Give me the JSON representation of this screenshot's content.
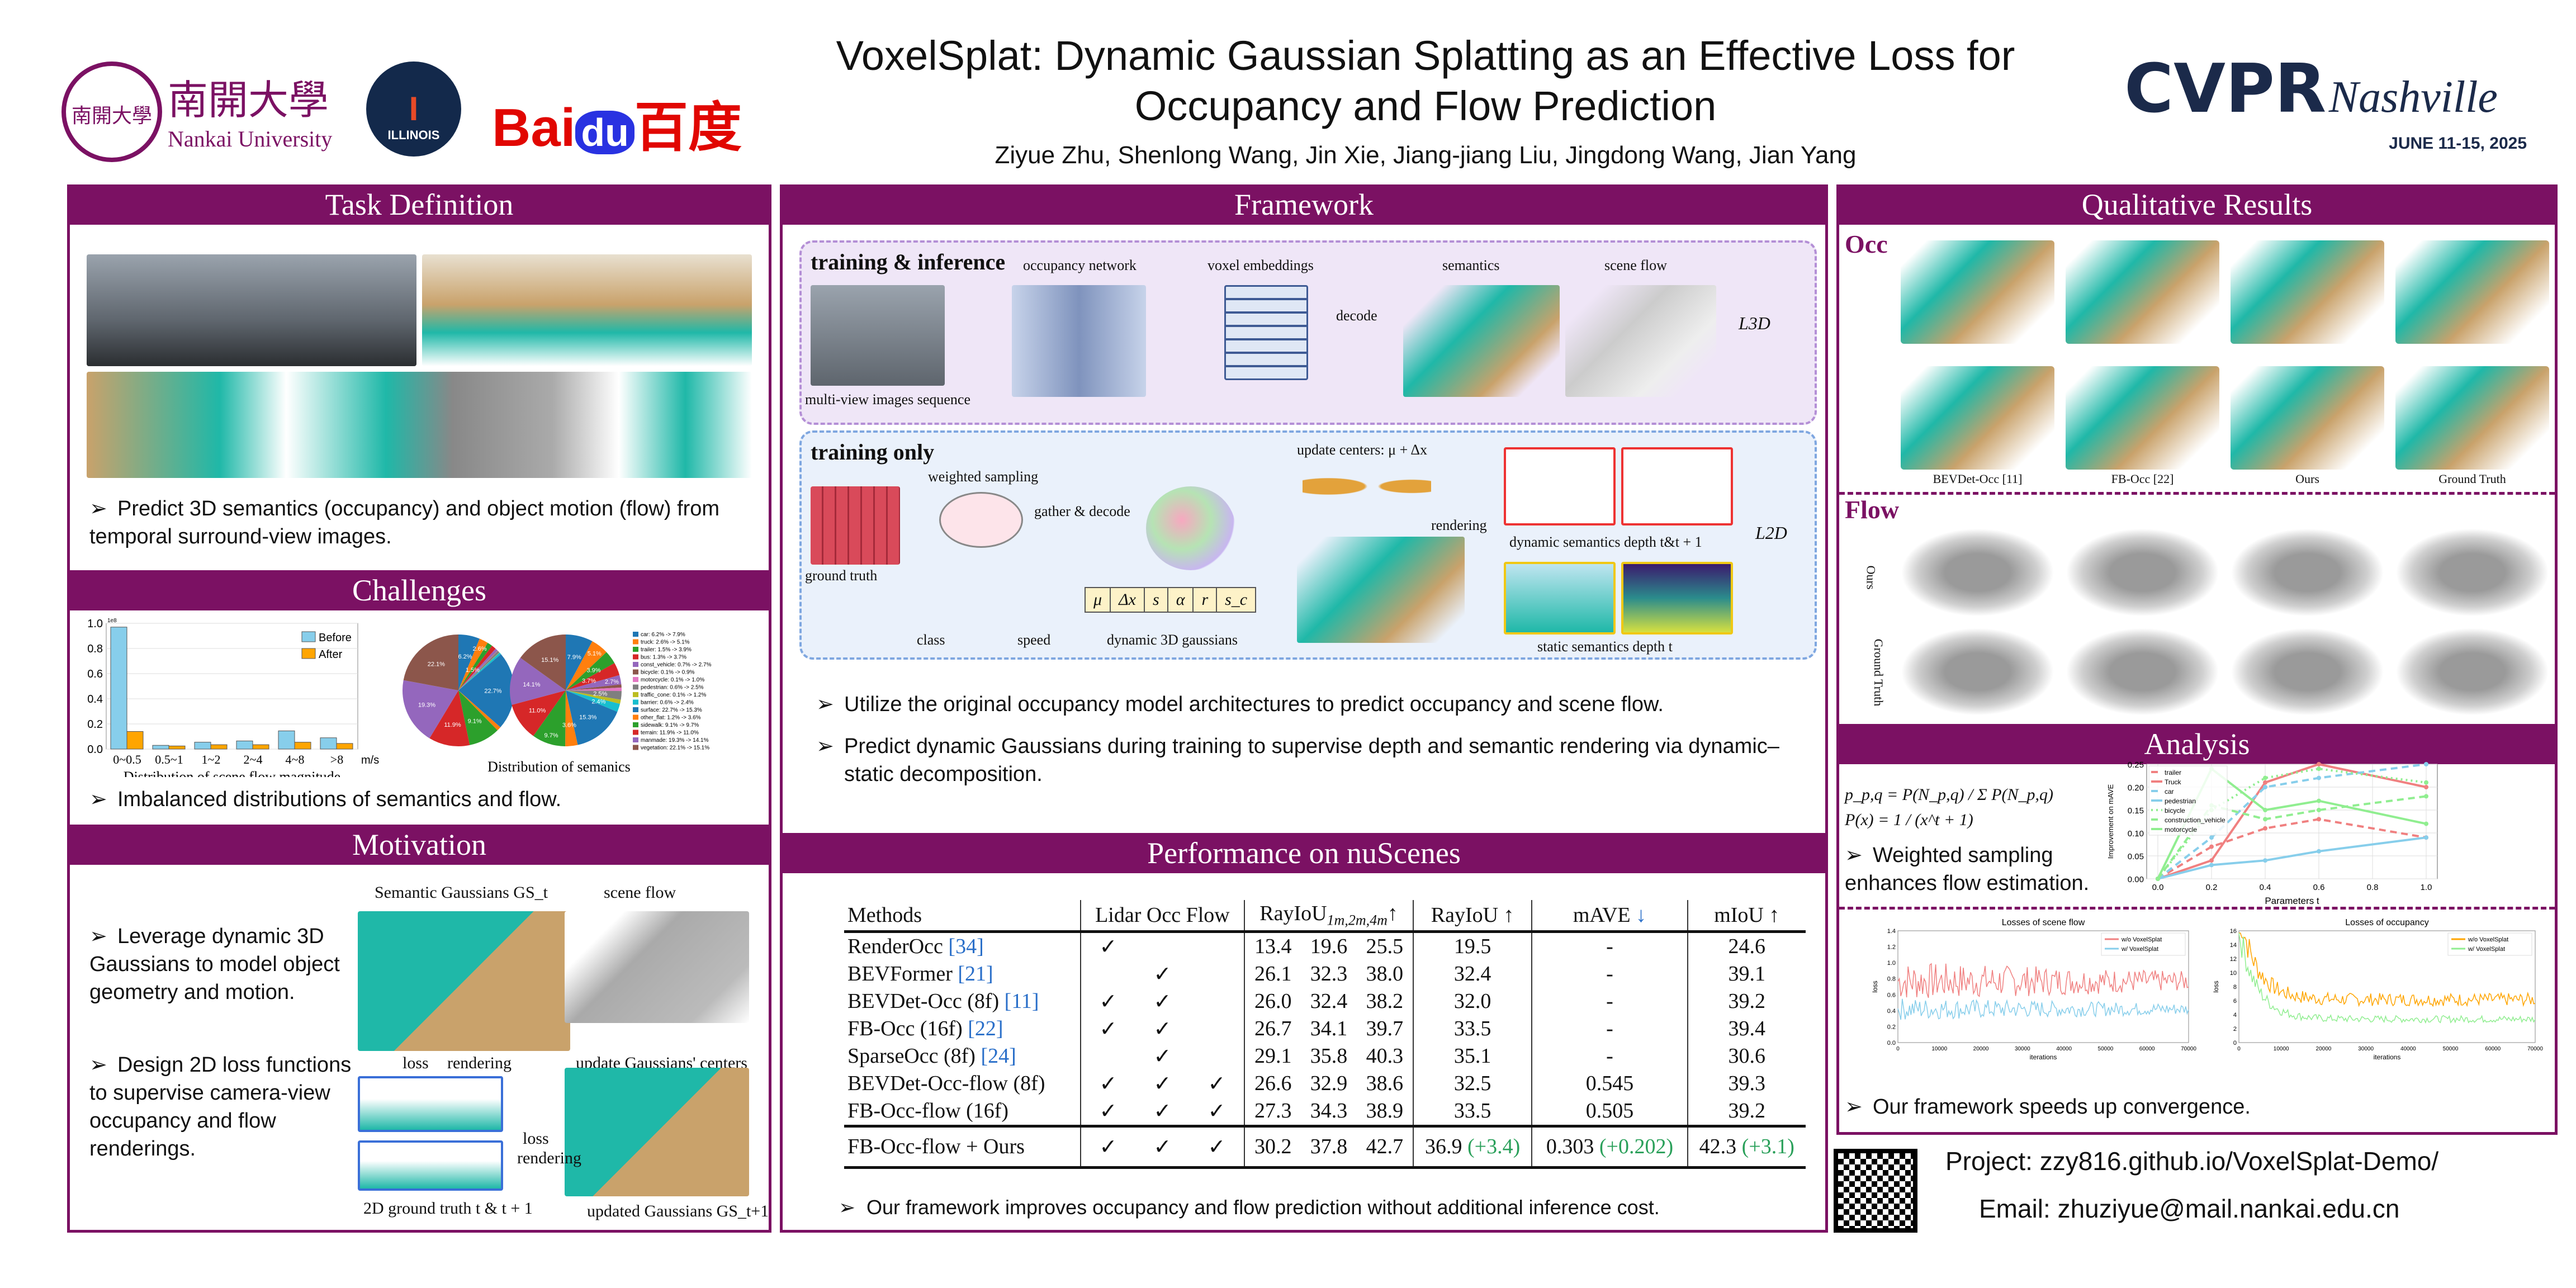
{
  "header": {
    "title_line1": "VoxelSplat: Dynamic Gaussian Splatting as an Effective Loss for",
    "title_line2": "Occupancy and Flow Prediction",
    "authors": "Ziyue Zhu, Shenlong Wang, Jin Xie, Jiang-jiang Liu, Jingdong Wang, Jian Yang",
    "logos": {
      "nankai": "Nankai University",
      "illinois": "ILLINOIS",
      "baidu_en": "Bai",
      "baidu_du": "du",
      "baidu_cn": "百度",
      "nankai_cn": "南開大學",
      "cvpr": "CVPR",
      "nashville": "Nashville",
      "dates": "JUNE 11-15, 2025"
    }
  },
  "task": {
    "title": "Task Definition",
    "bullet": "Predict 3D semantics (occupancy) and object motion (flow) from temporal surround-view images."
  },
  "challenges": {
    "title": "Challenges",
    "bullet": "Imbalanced distributions of semantics and flow.",
    "bar_caption": "Distribution of scene flow magnitude",
    "pie_caption": "Distribution of semanics"
  },
  "motivation": {
    "title": "Motivation",
    "bullets": [
      "Leverage dynamic 3D Gaussians to model object geometry and motion.",
      "Design 2D loss functions to supervise camera-view occupancy and flow renderings."
    ],
    "labels": {
      "sem_gauss": "Semantic Gaussians GS_t",
      "scene_flow": "scene flow",
      "loss": "loss",
      "rendering": "rendering",
      "update": "update Gaussians' centers",
      "gt2d": "2D ground truth t & t + 1",
      "updated": "updated Gaussians GS_t+1",
      "loss2": "loss",
      "rendering2": "rendering"
    }
  },
  "framework": {
    "title": "Framework",
    "train_inf": "training & inference",
    "train_only": "training only",
    "labels": {
      "mv": "multi-view images sequence",
      "occnet": "occupancy network",
      "voxel": "voxel embeddings",
      "decode": "decode",
      "semantics": "semantics",
      "sceneflow": "scene flow",
      "l3d": "L3D",
      "gt": "ground truth",
      "ws": "weighted sampling",
      "gd": "gather & decode",
      "uc": "update centers: μ + Δx",
      "rendering": "rendering",
      "dyn": "dynamic semantics depth t&t + 1",
      "stat": "static semantics depth t",
      "l2d": "L2D",
      "class": "class",
      "speed": "speed",
      "dg": "dynamic 3D gaussians"
    },
    "gauss_params": [
      "μ",
      "Δx",
      "s",
      "α",
      "r",
      "s_c"
    ],
    "bullets": [
      "Utilize the original occupancy model architectures to predict occupancy and scene flow.",
      "Predict dynamic Gaussians during training to supervise depth and semantic rendering via dynamic–static decomposition."
    ]
  },
  "performance": {
    "title": "Performance on nuScenes",
    "headers": {
      "methods": "Methods",
      "modal": "Lidar Occ Flow",
      "rayiou_multi": "RayIoU",
      "rayiou_sub": "1m,2m,4m",
      "arrow_up": "↑",
      "rayiou": "RayIoU ↑",
      "mave": "mAVE",
      "mave_arrow": "↓",
      "miou": "mIoU ↑"
    },
    "rows": [
      {
        "method": "RenderOcc",
        "cite": "[34]",
        "lidar": "✓",
        "occ": "",
        "flow": "",
        "r1": "13.4",
        "r2": "19.6",
        "r4": "25.5",
        "rayiou": "19.5",
        "mave": "-",
        "miou": "24.6"
      },
      {
        "method": "BEVFormer",
        "cite": "[21]",
        "lidar": "",
        "occ": "✓",
        "flow": "",
        "r1": "26.1",
        "r2": "32.3",
        "r4": "38.0",
        "rayiou": "32.4",
        "mave": "-",
        "miou": "39.1"
      },
      {
        "method": "BEVDet-Occ (8f)",
        "cite": "[11]",
        "lidar": "✓",
        "occ": "✓",
        "flow": "",
        "r1": "26.0",
        "r2": "32.4",
        "r4": "38.2",
        "rayiou": "32.0",
        "mave": "-",
        "miou": "39.2"
      },
      {
        "method": "FB-Occ (16f)",
        "cite": "[22]",
        "lidar": "✓",
        "occ": "✓",
        "flow": "",
        "r1": "26.7",
        "r2": "34.1",
        "r4": "39.7",
        "rayiou": "33.5",
        "mave": "-",
        "miou": "39.4"
      },
      {
        "method": "SparseOcc (8f)",
        "cite": "[24]",
        "lidar": "",
        "occ": "✓",
        "flow": "",
        "r1": "29.1",
        "r2": "35.8",
        "r4": "40.3",
        "rayiou": "35.1",
        "mave": "-",
        "miou": "30.6"
      },
      {
        "method": "BEVDet-Occ-flow (8f)",
        "cite": "",
        "lidar": "✓",
        "occ": "✓",
        "flow": "✓",
        "r1": "26.6",
        "r2": "32.9",
        "r4": "38.6",
        "rayiou": "32.5",
        "mave": "0.545",
        "miou": "39.3"
      },
      {
        "method": "FB-Occ-flow (16f)",
        "cite": "",
        "lidar": "✓",
        "occ": "✓",
        "flow": "✓",
        "r1": "27.3",
        "r2": "34.3",
        "r4": "38.9",
        "rayiou": "33.5",
        "mave": "0.505",
        "miou": "39.2"
      }
    ],
    "ours": {
      "method": "FB-Occ-flow + Ours",
      "lidar": "✓",
      "occ": "✓",
      "flow": "✓",
      "r1": "30.2",
      "r2": "37.8",
      "r4": "42.7",
      "rayiou": "36.9",
      "rayiou_gain": "(+3.4)",
      "mave": "0.303",
      "mave_gain": "(+0.202)",
      "miou": "42.3",
      "miou_gain": "(+3.1)"
    },
    "bullet": "Our framework improves occupancy and flow prediction without additional inference cost."
  },
  "qualitative": {
    "title": "Qualitative Results",
    "occ": "Occ",
    "flow": "Flow",
    "cols": [
      "BEVDet-Occ [11]",
      "FB-Occ [22]",
      "Ours",
      "Ground Truth"
    ],
    "rows": [
      "Ours",
      "Ground Truth"
    ]
  },
  "analysis": {
    "title": "Analysis",
    "formula1": "p_p,q = P(N_p,q) / Σ P(N_p,q)",
    "formula2": "P(x) = 1 / (x^t + 1)",
    "bullet1": "Weighted sampling enhances flow estimation.",
    "bullet2": "Our framework speeds up convergence.",
    "loss_flow_title": "Losses of scene flow",
    "loss_occ_title": "Losses of occupancy",
    "legend_wo": "w/o VoxelSplat",
    "legend_w": "w/ VoxelSplat",
    "xlabel": "iterations",
    "ylabel": "loss"
  },
  "footer": {
    "project": "Project: zzy816.github.io/VoxelSplat-Demo/",
    "email": "Email: zhuziyue@mail.nankai.edu.cn"
  },
  "colors": {
    "accent": "#7b1163",
    "teal": "#1fb8a8",
    "gain": "#2aa05a"
  },
  "chart_data": [
    {
      "id": "flow_bar",
      "type": "bar",
      "title": "",
      "xlabel": "Distribution of scene flow magnitude",
      "ylabel": "",
      "scale_note": "1e8",
      "categories": [
        "0~0.5",
        "0.5~1",
        "1~2",
        "2~4",
        "4~8",
        ">8"
      ],
      "unit": "m/s",
      "ylim": [
        0,
        1.0
      ],
      "yticks": [
        "0.0",
        "0.2",
        "0.4",
        "0.6",
        "0.8",
        "1.0"
      ],
      "legend": "top-right",
      "series": [
        {
          "name": "Before",
          "color": "#87ceeb",
          "values": [
            0.97,
            0.03,
            0.055,
            0.065,
            0.145,
            0.09
          ]
        },
        {
          "name": "After",
          "color": "#ffa500",
          "values": [
            0.14,
            0.025,
            0.035,
            0.035,
            0.055,
            0.045
          ]
        }
      ]
    },
    {
      "id": "sem_pie",
      "type": "pie",
      "title": "Distribution of semanics",
      "labels": [
        "car",
        "truck",
        "trailer",
        "bus",
        "const_vehicle",
        "bicycle",
        "motorcycle",
        "pedestrian",
        "traffic_cone",
        "barrier",
        "surface",
        "other_flat",
        "sidewalk",
        "terrain",
        "manmade",
        "vegetation"
      ],
      "legend": [
        "car: 6.2% -> 7.9%",
        "truck: 2.6% -> 5.1%",
        "trailer: 1.5% -> 3.9%",
        "bus: 1.3% -> 3.7%",
        "const_vehicle: 0.7% -> 2.7%",
        "bicycle: 0.1% -> 0.9%",
        "motorcycle: 0.1% -> 1.0%",
        "pedestrian: 0.6% -> 2.5%",
        "traffic_cone: 0.1% -> 1.2%",
        "barrier: 0.6% -> 2.4%",
        "surface: 22.7% -> 15.3%",
        "other_flat: 1.2% -> 3.6%",
        "sidewalk: 9.1% -> 9.7%",
        "terrain: 11.9% -> 11.0%",
        "manmade: 19.3% -> 14.1%",
        "vegetation: 22.1% -> 15.1%"
      ],
      "colors": [
        "#1f77b4",
        "#ff7f0e",
        "#2ca02c",
        "#d62728",
        "#9467bd",
        "#8c564b",
        "#e377c2",
        "#7f7f7f",
        "#bcbd22",
        "#17becf",
        "#1f77b4",
        "#ff7f0e",
        "#2ca02c",
        "#d62728",
        "#9467bd",
        "#8c564b"
      ],
      "before": [
        6.2,
        2.6,
        1.5,
        1.3,
        0.7,
        0.1,
        0.1,
        0.6,
        0.1,
        0.6,
        22.7,
        1.2,
        9.1,
        11.9,
        19.3,
        22.1
      ],
      "after": [
        7.9,
        5.1,
        3.9,
        3.7,
        2.7,
        0.9,
        1.0,
        2.5,
        1.2,
        2.4,
        15.3,
        3.6,
        9.7,
        11.0,
        14.1,
        15.1
      ]
    },
    {
      "id": "mave_line",
      "type": "line",
      "xlabel": "Parameters t",
      "ylabel": "Improvement on mAVE",
      "x": [
        0.0,
        0.2,
        0.4,
        0.6,
        1.0
      ],
      "xlim": [
        0,
        1
      ],
      "ylim": [
        0,
        0.25
      ],
      "xticks": [
        "0.0",
        "0.2",
        "0.4",
        "0.6",
        "0.8",
        "1.0"
      ],
      "yticks": [
        "0.00",
        "0.05",
        "0.10",
        "0.15",
        "0.20",
        "0.25"
      ],
      "legend": "top-left",
      "series": [
        {
          "name": "trailer",
          "color": "#f08080",
          "dash": "12,8",
          "values": [
            0,
            0.07,
            0.11,
            0.13,
            0.09
          ]
        },
        {
          "name": "Truck",
          "color": "#f08080",
          "dash": "",
          "values": [
            0,
            0.04,
            0.21,
            0.25,
            0.2
          ]
        },
        {
          "name": "car",
          "color": "#87ceeb",
          "dash": "12,8",
          "values": [
            0,
            0.09,
            0.2,
            0.22,
            0.25
          ]
        },
        {
          "name": "pedestrian",
          "color": "#87ceeb",
          "dash": "",
          "values": [
            0,
            0.03,
            0.04,
            0.06,
            0.09
          ]
        },
        {
          "name": "bicycle",
          "color": "#90ee90",
          "dash": "3,6",
          "values": [
            0,
            0.15,
            0.22,
            0.24,
            0.21
          ]
        },
        {
          "name": "construction_vehicle",
          "color": "#90ee90",
          "dash": "12,8",
          "values": [
            0,
            0.16,
            0.13,
            0.15,
            0.18
          ]
        },
        {
          "name": "motorcycle",
          "color": "#90ee90",
          "dash": "",
          "values": [
            0,
            0.24,
            0.15,
            0.17,
            0.12
          ]
        }
      ]
    },
    {
      "id": "loss_flow",
      "type": "line",
      "title": "Losses of scene flow",
      "xlabel": "iterations",
      "ylabel": "loss",
      "xlim": [
        0,
        70000
      ],
      "ylim": [
        0,
        1.4
      ],
      "xticks": [
        "0",
        "10000",
        "20000",
        "30000",
        "40000",
        "50000",
        "60000",
        "70000"
      ],
      "yticks": [
        "0.0",
        "0.2",
        "0.4",
        "0.6",
        "0.8",
        "1.0",
        "1.2",
        "1.4"
      ]
    },
    {
      "id": "loss_occ",
      "type": "line",
      "title": "Losses of occupancy",
      "xlabel": "iterations",
      "ylabel": "loss",
      "xlim": [
        0,
        70000
      ],
      "ylim": [
        0,
        16
      ],
      "xticks": [
        "0",
        "10000",
        "20000",
        "30000",
        "40000",
        "50000",
        "60000",
        "70000"
      ],
      "yticks": [
        "0",
        "2",
        "4",
        "6",
        "8",
        "10",
        "12",
        "14",
        "16"
      ]
    }
  ]
}
